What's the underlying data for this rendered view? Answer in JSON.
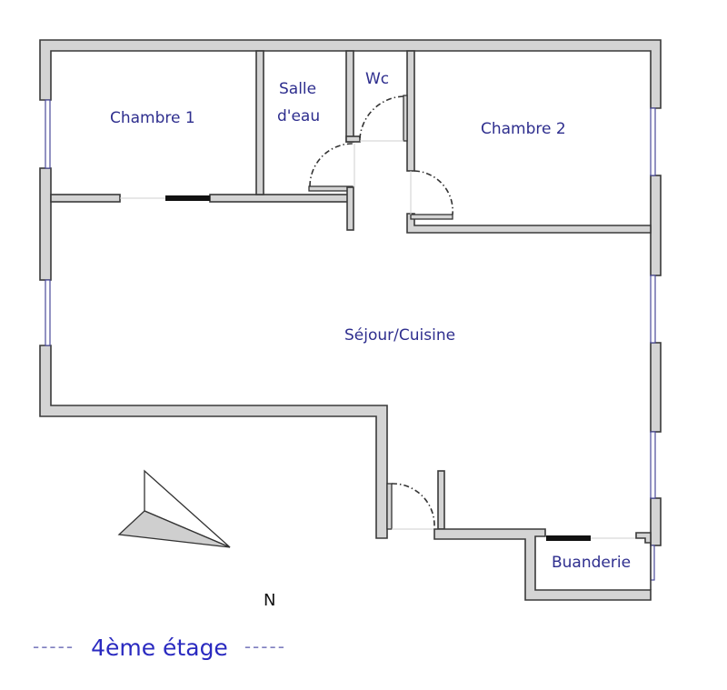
{
  "plan": {
    "rooms": [
      {
        "id": "chambre-1",
        "label": "Chambre 1"
      },
      {
        "id": "salle-deau",
        "label": "Salle\nd'eau",
        "line1": "Salle",
        "line2": "d'eau"
      },
      {
        "id": "wc",
        "label": "Wc"
      },
      {
        "id": "chambre-2",
        "label": "Chambre 2"
      },
      {
        "id": "sejour-cuisine",
        "label": "Séjour/Cuisine"
      },
      {
        "id": "buanderie",
        "label": "Buanderie"
      }
    ],
    "compass": {
      "label": "N"
    },
    "floor": {
      "label": "4ème étage",
      "dash_left": "-----",
      "dash_right": "-----"
    }
  },
  "colors": {
    "wall_fill": "#d4d4d4",
    "wall_stroke": "#3a3a3a",
    "label": "#2e2e8e",
    "window": "#4a4a9a",
    "floor_label": "#2a2ac0"
  }
}
